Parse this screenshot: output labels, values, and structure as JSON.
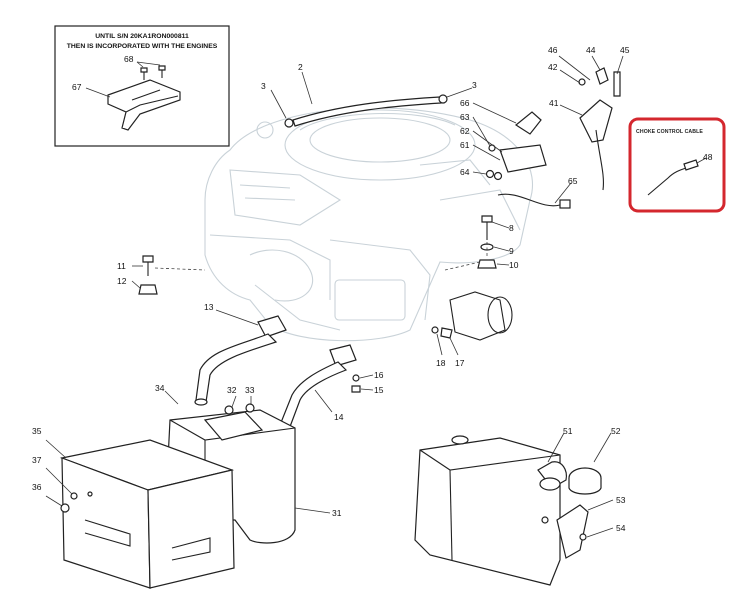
{
  "inset": {
    "title_line1": "UNTIL S/N 20KA1RON000811",
    "title_line2": "THEN IS INCORPORATED WITH THE ENGINES"
  },
  "callout": {
    "title": "CHOKE CONTROL CABLE",
    "highlight_color": "#d4272e"
  },
  "labels": {
    "p2": "2",
    "p3a": "3",
    "p3b": "3",
    "p8": "8",
    "p9": "9",
    "p10": "10",
    "p11": "11",
    "p12": "12",
    "p13": "13",
    "p14": "14",
    "p15": "15",
    "p16": "16",
    "p17": "17",
    "p18": "18",
    "p31": "31",
    "p32": "32",
    "p33": "33",
    "p34": "34",
    "p35": "35",
    "p36": "36",
    "p37": "37",
    "p41": "41",
    "p42": "42",
    "p44": "44",
    "p45": "45",
    "p46": "46",
    "p48": "48",
    "p51": "51",
    "p52": "52",
    "p53": "53",
    "p54": "54",
    "p61": "61",
    "p62": "62",
    "p63": "63",
    "p64": "64",
    "p65": "65",
    "p66": "66",
    "p67": "67",
    "p68": "68"
  }
}
